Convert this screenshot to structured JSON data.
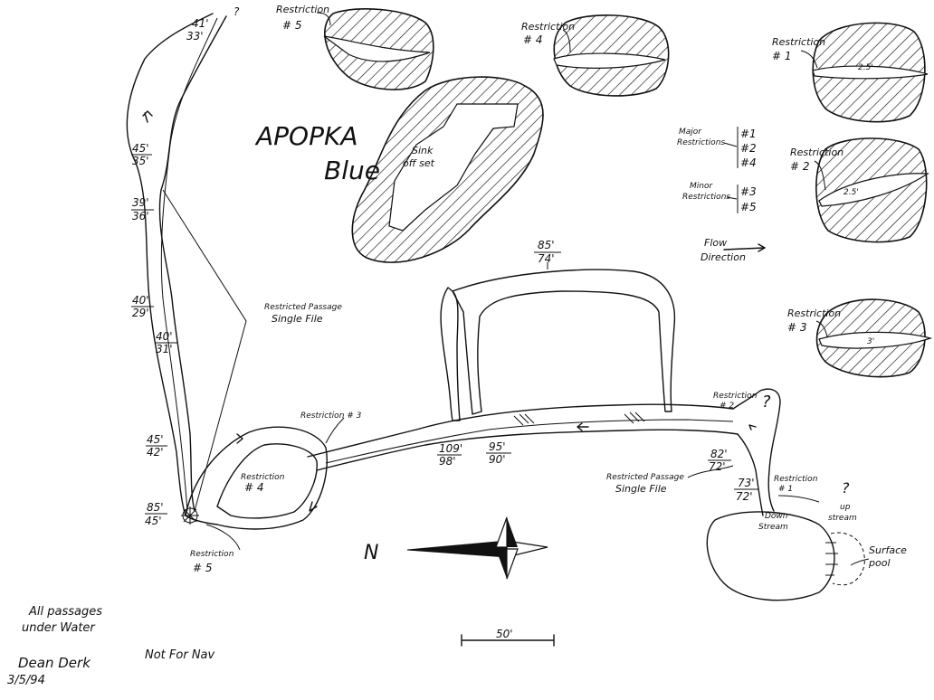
{
  "title": {
    "line1": "APOPKA",
    "line2": "Blue"
  },
  "sink_offset_label": [
    "Sink",
    "off set"
  ],
  "legend": {
    "major_label": [
      "Major",
      "Restrictions"
    ],
    "major_items": [
      "#1",
      "#2",
      "#4"
    ],
    "minor_label": [
      "Minor",
      "Restrictions"
    ],
    "minor_items": [
      "#3",
      "#5"
    ],
    "flow_label": [
      "Flow",
      "Direction"
    ]
  },
  "restriction_insets": [
    {
      "label": "Restriction",
      "number": "# 5"
    },
    {
      "label": "Restriction",
      "number": "# 4"
    },
    {
      "label": "Restriction",
      "number": "# 1",
      "measure": "2.5'"
    },
    {
      "label": "Restriction",
      "number": "# 2",
      "measure": "2.5'"
    },
    {
      "label": "Restriction",
      "number": "# 3",
      "measure": "3'"
    }
  ],
  "depth_markers": [
    {
      "top": "?",
      "bottom": ""
    },
    {
      "top": "41'",
      "bottom": "33'"
    },
    {
      "top": "45'",
      "bottom": "35'"
    },
    {
      "top": "39'",
      "bottom": "36'"
    },
    {
      "top": "40'",
      "bottom": "29'"
    },
    {
      "top": "40'",
      "bottom": "31'"
    },
    {
      "top": "45'",
      "bottom": "42'"
    },
    {
      "top": "85'",
      "bottom": "45'"
    },
    {
      "top": "85'",
      "bottom": "74'"
    },
    {
      "top": "109'",
      "bottom": "98'"
    },
    {
      "top": "95'",
      "bottom": "90'"
    },
    {
      "top": "82'",
      "bottom": "72'"
    },
    {
      "top": "73'",
      "bottom": "72'"
    }
  ],
  "passage_labels": {
    "restricted_passage_1": [
      "Restricted Passage",
      "Single File"
    ],
    "restricted_passage_2": [
      "Restricted Passage",
      "Single File"
    ],
    "restriction_3": "Restriction # 3",
    "restriction_4": [
      "Restriction",
      "# 4"
    ],
    "restriction_5": [
      "Restriction",
      "# 5"
    ],
    "restriction_2": [
      "Restriction",
      "# 2"
    ],
    "restriction_1": [
      "Restriction",
      "# 1"
    ],
    "question": "?",
    "up_stream": [
      "up",
      "stream"
    ],
    "down_stream": [
      "Down",
      "Stream"
    ],
    "surface_pool": [
      "Surface",
      "pool"
    ]
  },
  "compass_label": "N",
  "scale_label": "50'",
  "notes": {
    "all_passages": [
      "All passages",
      "under Water"
    ],
    "not_for_nav": "Not For Nav",
    "author": "Dean Derk",
    "date": "3/5/94"
  },
  "colors": {
    "ink": "#111111",
    "paper": "#ffffff"
  }
}
